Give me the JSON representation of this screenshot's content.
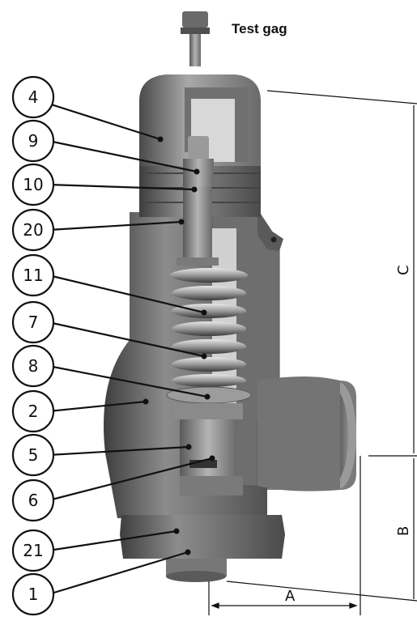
{
  "title": "Test gag",
  "part_labels": [
    "4",
    "9",
    "10",
    "20",
    "11",
    "7",
    "8",
    "2",
    "5",
    "6",
    "21",
    "1"
  ],
  "dimension_labels": {
    "a": "A",
    "b": "B",
    "c": "C"
  },
  "colors": {
    "metal_dark": "#5c5c5c",
    "metal_mid": "#8a8a8a",
    "metal_light": "#c8c8c8",
    "cut_face": "#6e6e6e",
    "line": "#111111"
  }
}
